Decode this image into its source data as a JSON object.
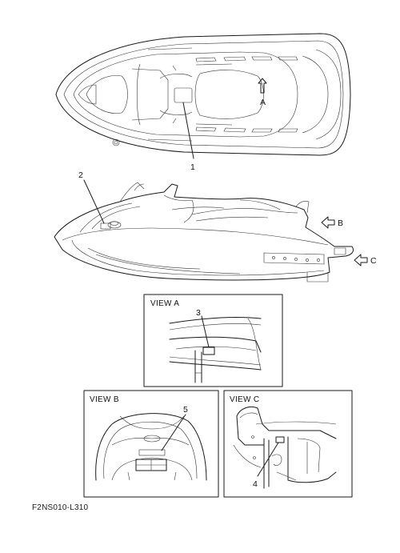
{
  "callouts": {
    "c1": "1",
    "c2": "2",
    "c3": "3",
    "c4": "4",
    "c5": "5"
  },
  "view_letters": {
    "a": "A",
    "b": "B",
    "c": "C"
  },
  "views": {
    "a": "VIEW A",
    "b": "VIEW B",
    "c": "VIEW C"
  },
  "figure_code": "F2NS010-L310"
}
